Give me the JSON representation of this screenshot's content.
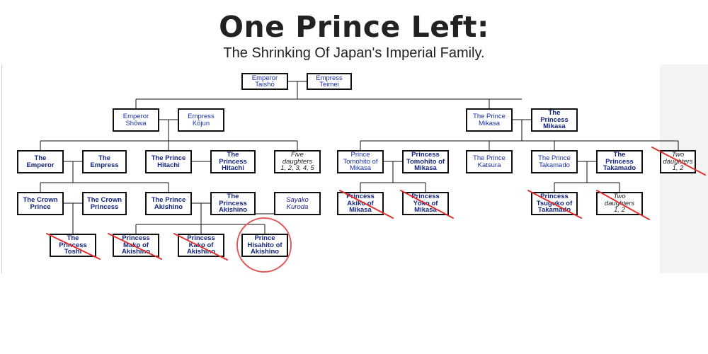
{
  "header": {
    "title": "One Prince Left:",
    "subtitle": "The Shrinking Of Japan's Imperial Family."
  },
  "colors": {
    "link_text": "#1a2fa8",
    "strike": "#e0312f",
    "highlight": "#e05a5a"
  },
  "nodes": [
    {
      "id": "taisho",
      "text": "Emperor\nTaishō",
      "style": "normal"
    },
    {
      "id": "teimei",
      "text": "Empress\nTeimei",
      "style": "normal"
    },
    {
      "id": "showa",
      "text": "Emperor\nShōwa",
      "style": "normal"
    },
    {
      "id": "kojun",
      "text": "Empress\nKōjun",
      "style": "normal"
    },
    {
      "id": "prince_mikasa",
      "text": "The Prince\nMikasa",
      "style": "normal"
    },
    {
      "id": "princess_mikasa",
      "text": "The\nPrincess\nMikasa",
      "style": "bold"
    },
    {
      "id": "emperor",
      "text": "The\nEmperor",
      "style": "bold"
    },
    {
      "id": "empress",
      "text": "The\nEmpress",
      "style": "bold"
    },
    {
      "id": "prince_hitachi",
      "text": "The Prince\nHitachi",
      "style": "bold"
    },
    {
      "id": "princess_hitachi",
      "text": "The\nPrincess\nHitachi",
      "style": "bold"
    },
    {
      "id": "five_daughters",
      "text": "Five\ndaughters\n1, 2, 3, 4, 5",
      "style": "italic-light"
    },
    {
      "id": "tomohito",
      "text": "Prince\nTomohito of\nMikasa",
      "style": "normal"
    },
    {
      "id": "princess_tomohito",
      "text": "Princess\nTomohito of\nMikasa",
      "style": "bold"
    },
    {
      "id": "katsura",
      "text": "The Prince\nKatsura",
      "style": "normal"
    },
    {
      "id": "prince_takamado",
      "text": "The Prince\nTakamado",
      "style": "normal"
    },
    {
      "id": "princess_takamado",
      "text": "The\nPrincess\nTakamado",
      "style": "bold"
    },
    {
      "id": "two_daughters_top",
      "text": "Two\ndaughters\n1, 2",
      "style": "italic-light"
    },
    {
      "id": "crown_prince",
      "text": "The Crown\nPrince",
      "style": "bold"
    },
    {
      "id": "crown_princess",
      "text": "The Crown\nPrincess",
      "style": "bold"
    },
    {
      "id": "prince_akishino",
      "text": "The Prince\nAkishino",
      "style": "bold"
    },
    {
      "id": "princess_akishino",
      "text": "The\nPrincess\nAkishino",
      "style": "bold"
    },
    {
      "id": "sayako",
      "text": "Sayako\nKuroda",
      "style": "italic"
    },
    {
      "id": "akiko",
      "text": "Princess\nAkiko of\nMikasa",
      "style": "bold"
    },
    {
      "id": "yoko",
      "text": "Princess\nYōko of\nMikasa",
      "style": "bold"
    },
    {
      "id": "tsuguko",
      "text": "Princess\nTsuguko of\nTakamado",
      "style": "bold"
    },
    {
      "id": "two_daughters_bottom",
      "text": "Two\ndaughters\n1, 2",
      "style": "italic-light"
    },
    {
      "id": "toshi",
      "text": "The\nPrincess\nToshi",
      "style": "bold"
    },
    {
      "id": "mako",
      "text": "Princess\nMako of\nAkishino",
      "style": "bold"
    },
    {
      "id": "kako",
      "text": "Princess\nKako of\nAkishino",
      "style": "bold"
    },
    {
      "id": "hisahito",
      "text": "Prince\nHisahito of\nAkishino",
      "style": "bold"
    }
  ],
  "crossed_out": [
    "two_daughters_top",
    "akiko",
    "yoko",
    "tsuguko",
    "two_daughters_bottom",
    "toshi",
    "mako",
    "kako"
  ],
  "highlighted": [
    "hisahito"
  ]
}
